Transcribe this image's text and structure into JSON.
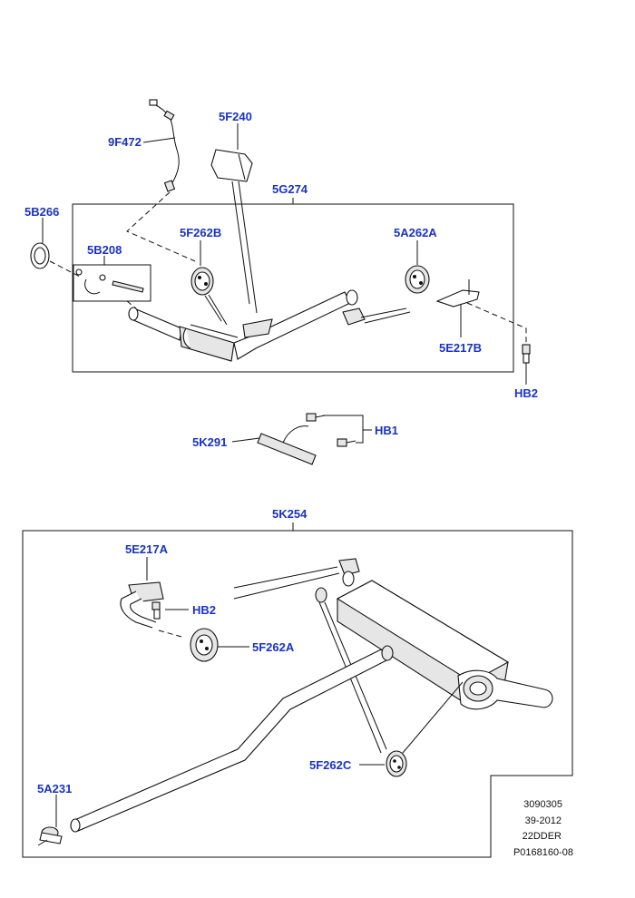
{
  "callouts": {
    "c_9F472": "9F472",
    "c_5F240": "5F240",
    "c_5G274": "5G274",
    "c_5B266": "5B266",
    "c_5F262B": "5F262B",
    "c_5A262A": "5A262A",
    "c_5B208": "5B208",
    "c_5E217B": "5E217B",
    "c_HB2_top": "HB2",
    "c_HB1": "HB1",
    "c_5K291": "5K291",
    "c_5K254": "5K254",
    "c_5E217A": "5E217A",
    "c_HB2_bottom": "HB2",
    "c_5F262A": "5F262A",
    "c_5F262C": "5F262C",
    "c_5A231": "5A231"
  },
  "meta": {
    "line1": "3090305",
    "line2": "39-2012",
    "line3": "22DDER",
    "line4": "P0168160-08"
  },
  "colors": {
    "callout": "#1a33c4",
    "ink": "#111111"
  }
}
